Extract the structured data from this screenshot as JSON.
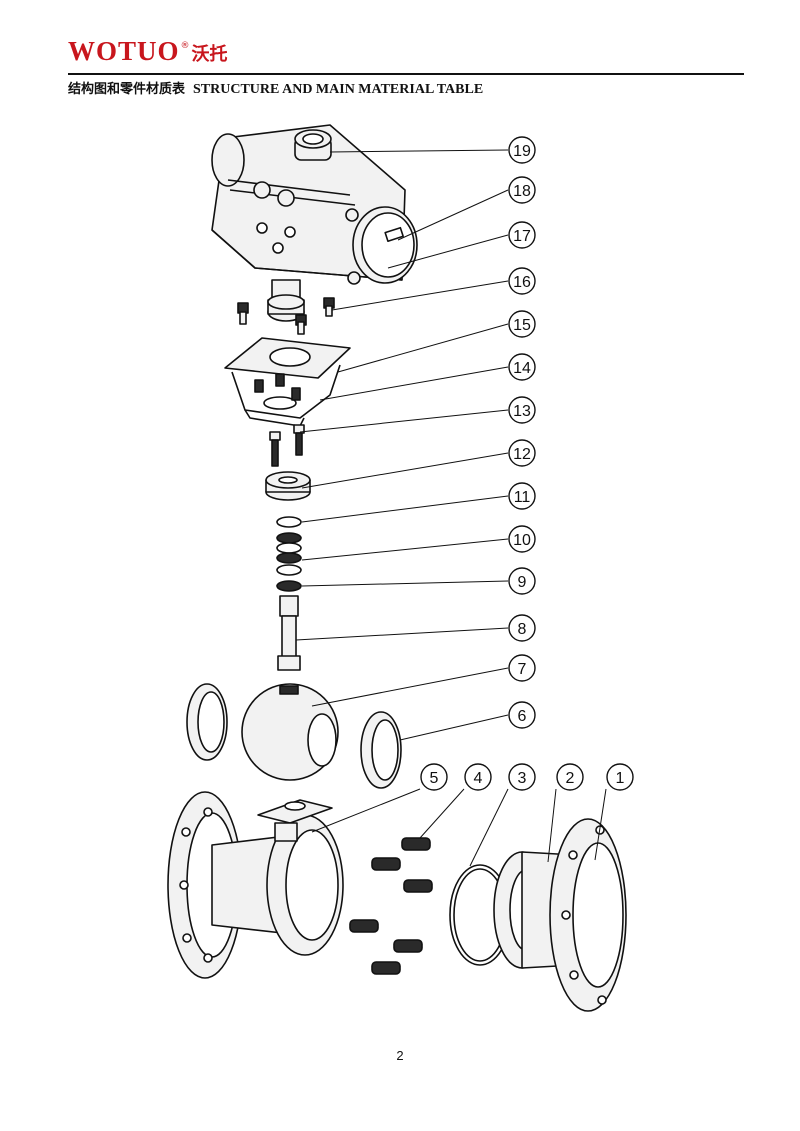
{
  "header": {
    "brand_latin": "WOTUO",
    "brand_registered": "®",
    "brand_chinese": "沃托",
    "title_chinese": "结构图和零件材质表",
    "title_english": "STRUCTURE AND MAIN MATERIAL TABLE"
  },
  "diagram": {
    "callouts": [
      "19",
      "18",
      "17",
      "16",
      "15",
      "14",
      "13",
      "12",
      "11",
      "10",
      "9",
      "8",
      "7",
      "6",
      "5",
      "4",
      "3",
      "2",
      "1"
    ]
  },
  "footer": {
    "page_number": "2"
  },
  "colors": {
    "brand": "#c8161d",
    "ink": "#111111",
    "part_fill": "#f2f2f2",
    "dark_fill": "#2a2a2a"
  }
}
